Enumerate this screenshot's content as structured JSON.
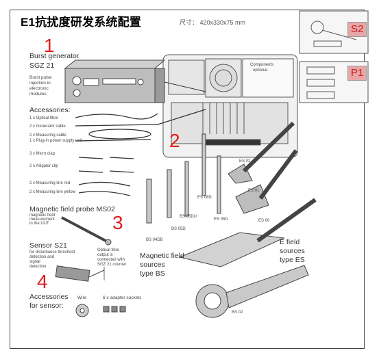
{
  "page": {
    "title": "E1抗扰度研发系统配置",
    "size_label": "尺寸：  420x330x75 mm"
  },
  "markers": {
    "m1": "1",
    "m2": "2",
    "m3": "3",
    "m4": "4"
  },
  "thumbnails": {
    "s2": "S2",
    "p1": "P1"
  },
  "burst": {
    "heading_line1": "Burst generator",
    "heading_line2": "SGZ 21",
    "desc_line1": "Burst pulse",
    "desc_line2": "injection in",
    "desc_line3": "electronic",
    "desc_line4": "modules"
  },
  "accessories": {
    "heading": "Accessories:",
    "items": [
      "1 x Optical fibre",
      "2 x Generator cable",
      "2 x Measuring cable",
      "1 x Plug-in power supply unit",
      "3 x Micro clap",
      "2 x Alligator clip",
      "2 x Measuring line red",
      "2 x Measuring line yellow"
    ]
  },
  "probe": {
    "heading": "Magnetic field probe MS02",
    "desc_line1": "magnetic field",
    "desc_line2": "measurement",
    "desc_line3": "in the UUT"
  },
  "sensor": {
    "heading": "Sensor S21",
    "desc_line1": "for disturbance threshold",
    "desc_line2": "detection and",
    "desc_line3": "signal",
    "desc_line4": "detection",
    "optical_line1": "Optical fibre",
    "optical_line2": "output is",
    "optical_line3": "connected with",
    "optical_line4": "SGZ 21 counter"
  },
  "sensor_acc": {
    "heading_line1": "Accessories",
    "heading_line2": "for sensor:",
    "wire": "Wire",
    "adapter": "6 x adapter sockets"
  },
  "case": {
    "components_line1": "Components",
    "components_line2": "optional"
  },
  "sources": {
    "es02": "ES 02",
    "es01": "ES 01",
    "es00": "ES 00",
    "e_line1": "E field",
    "e_line2": "sources",
    "e_line3": "type ES",
    "bs08d": "ES 08D",
    "bs05d_r": "ES 05D",
    "bs05du": "BS 05DU",
    "bs05d": "BS 05D",
    "bs04db": "BS 04DB",
    "m_line1": "Magnetic field",
    "m_line2": "sources",
    "m_line3": "type BS",
    "bs02": "BS 02"
  },
  "colors": {
    "marker": "#e31b1b",
    "tag_bg": "#e8a7a7",
    "line": "#444444"
  }
}
